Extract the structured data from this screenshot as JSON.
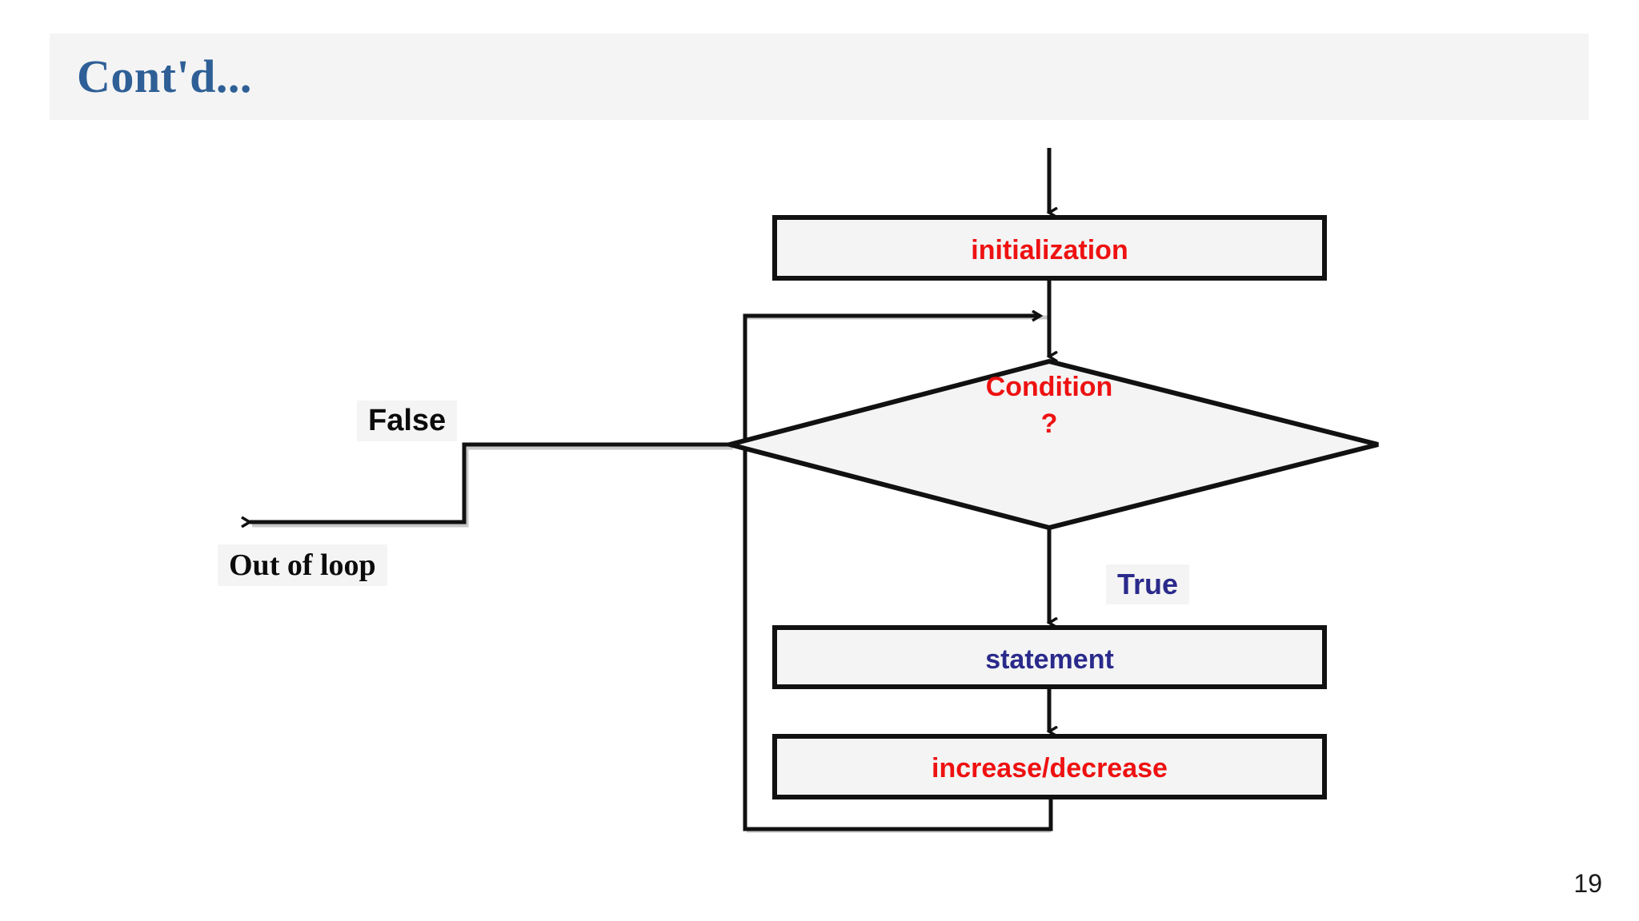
{
  "slide": {
    "title": "Cont'd...",
    "page_number": "19",
    "title_color": "#2e5f96",
    "band_color": "#f4f4f4"
  },
  "palette": {
    "red": "#ee1111",
    "navy": "#2a2a8c",
    "stroke": "#111111",
    "node_fill": "#f4f4f4",
    "background": "#ffffff"
  },
  "flowchart": {
    "type": "flowchart",
    "description": "Loop control flow diagram",
    "nodes": [
      {
        "id": "initialization",
        "shape": "rect",
        "label": "initialization",
        "color": "#ee1111"
      },
      {
        "id": "condition",
        "shape": "diamond",
        "label_line1": "Condition",
        "label_line2": "?",
        "color": "#ee1111"
      },
      {
        "id": "statement",
        "shape": "rect",
        "label": "statement",
        "color": "#2a2a8c"
      },
      {
        "id": "increase_decrease",
        "shape": "rect",
        "label": "increase/decrease",
        "color": "#ee1111"
      }
    ],
    "edge_labels": {
      "false": "False",
      "true": "True",
      "out_of_loop": "Out of loop"
    },
    "edges": [
      {
        "from": "entry",
        "to": "initialization",
        "label": ""
      },
      {
        "from": "initialization",
        "to": "condition",
        "label": ""
      },
      {
        "from": "condition",
        "to": "out_of_loop",
        "label": "False"
      },
      {
        "from": "condition",
        "to": "statement",
        "label": "True"
      },
      {
        "from": "statement",
        "to": "increase_decrease",
        "label": ""
      },
      {
        "from": "increase_decrease",
        "to": "condition",
        "label": ""
      }
    ]
  }
}
